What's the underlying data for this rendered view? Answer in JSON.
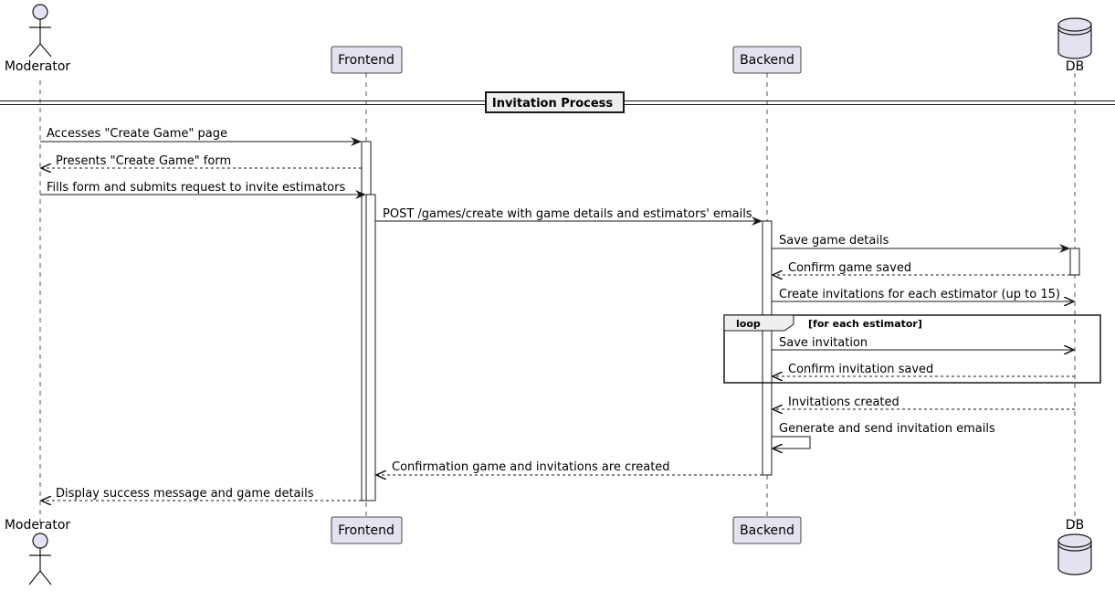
{
  "participants": {
    "moderator": "Moderator",
    "frontend": "Frontend",
    "backend": "Backend",
    "db": "DB"
  },
  "divider": {
    "title": "Invitation Process"
  },
  "loop": {
    "keyword": "loop",
    "condition": "[for each estimator]"
  },
  "messages": {
    "m1": "Accesses \"Create Game\" page",
    "m2": "Presents \"Create Game\" form",
    "m3": "Fills form and submits request to invite estimators",
    "m4": "POST /games/create with game details and estimators' emails",
    "m5": "Save game details",
    "m6": "Confirm game saved",
    "m7": "Create invitations for each estimator (up to 15)",
    "m8": "Save invitation",
    "m9": "Confirm invitation saved",
    "m10": "Invitations created",
    "m11": "Generate and send invitation emails",
    "m12": "Confirmation game and invitations are created",
    "m13": "Display success message and game details"
  },
  "colors": {
    "participant_fill": "#e2e2f0",
    "line": "#181818",
    "lifeline": "#555555"
  }
}
